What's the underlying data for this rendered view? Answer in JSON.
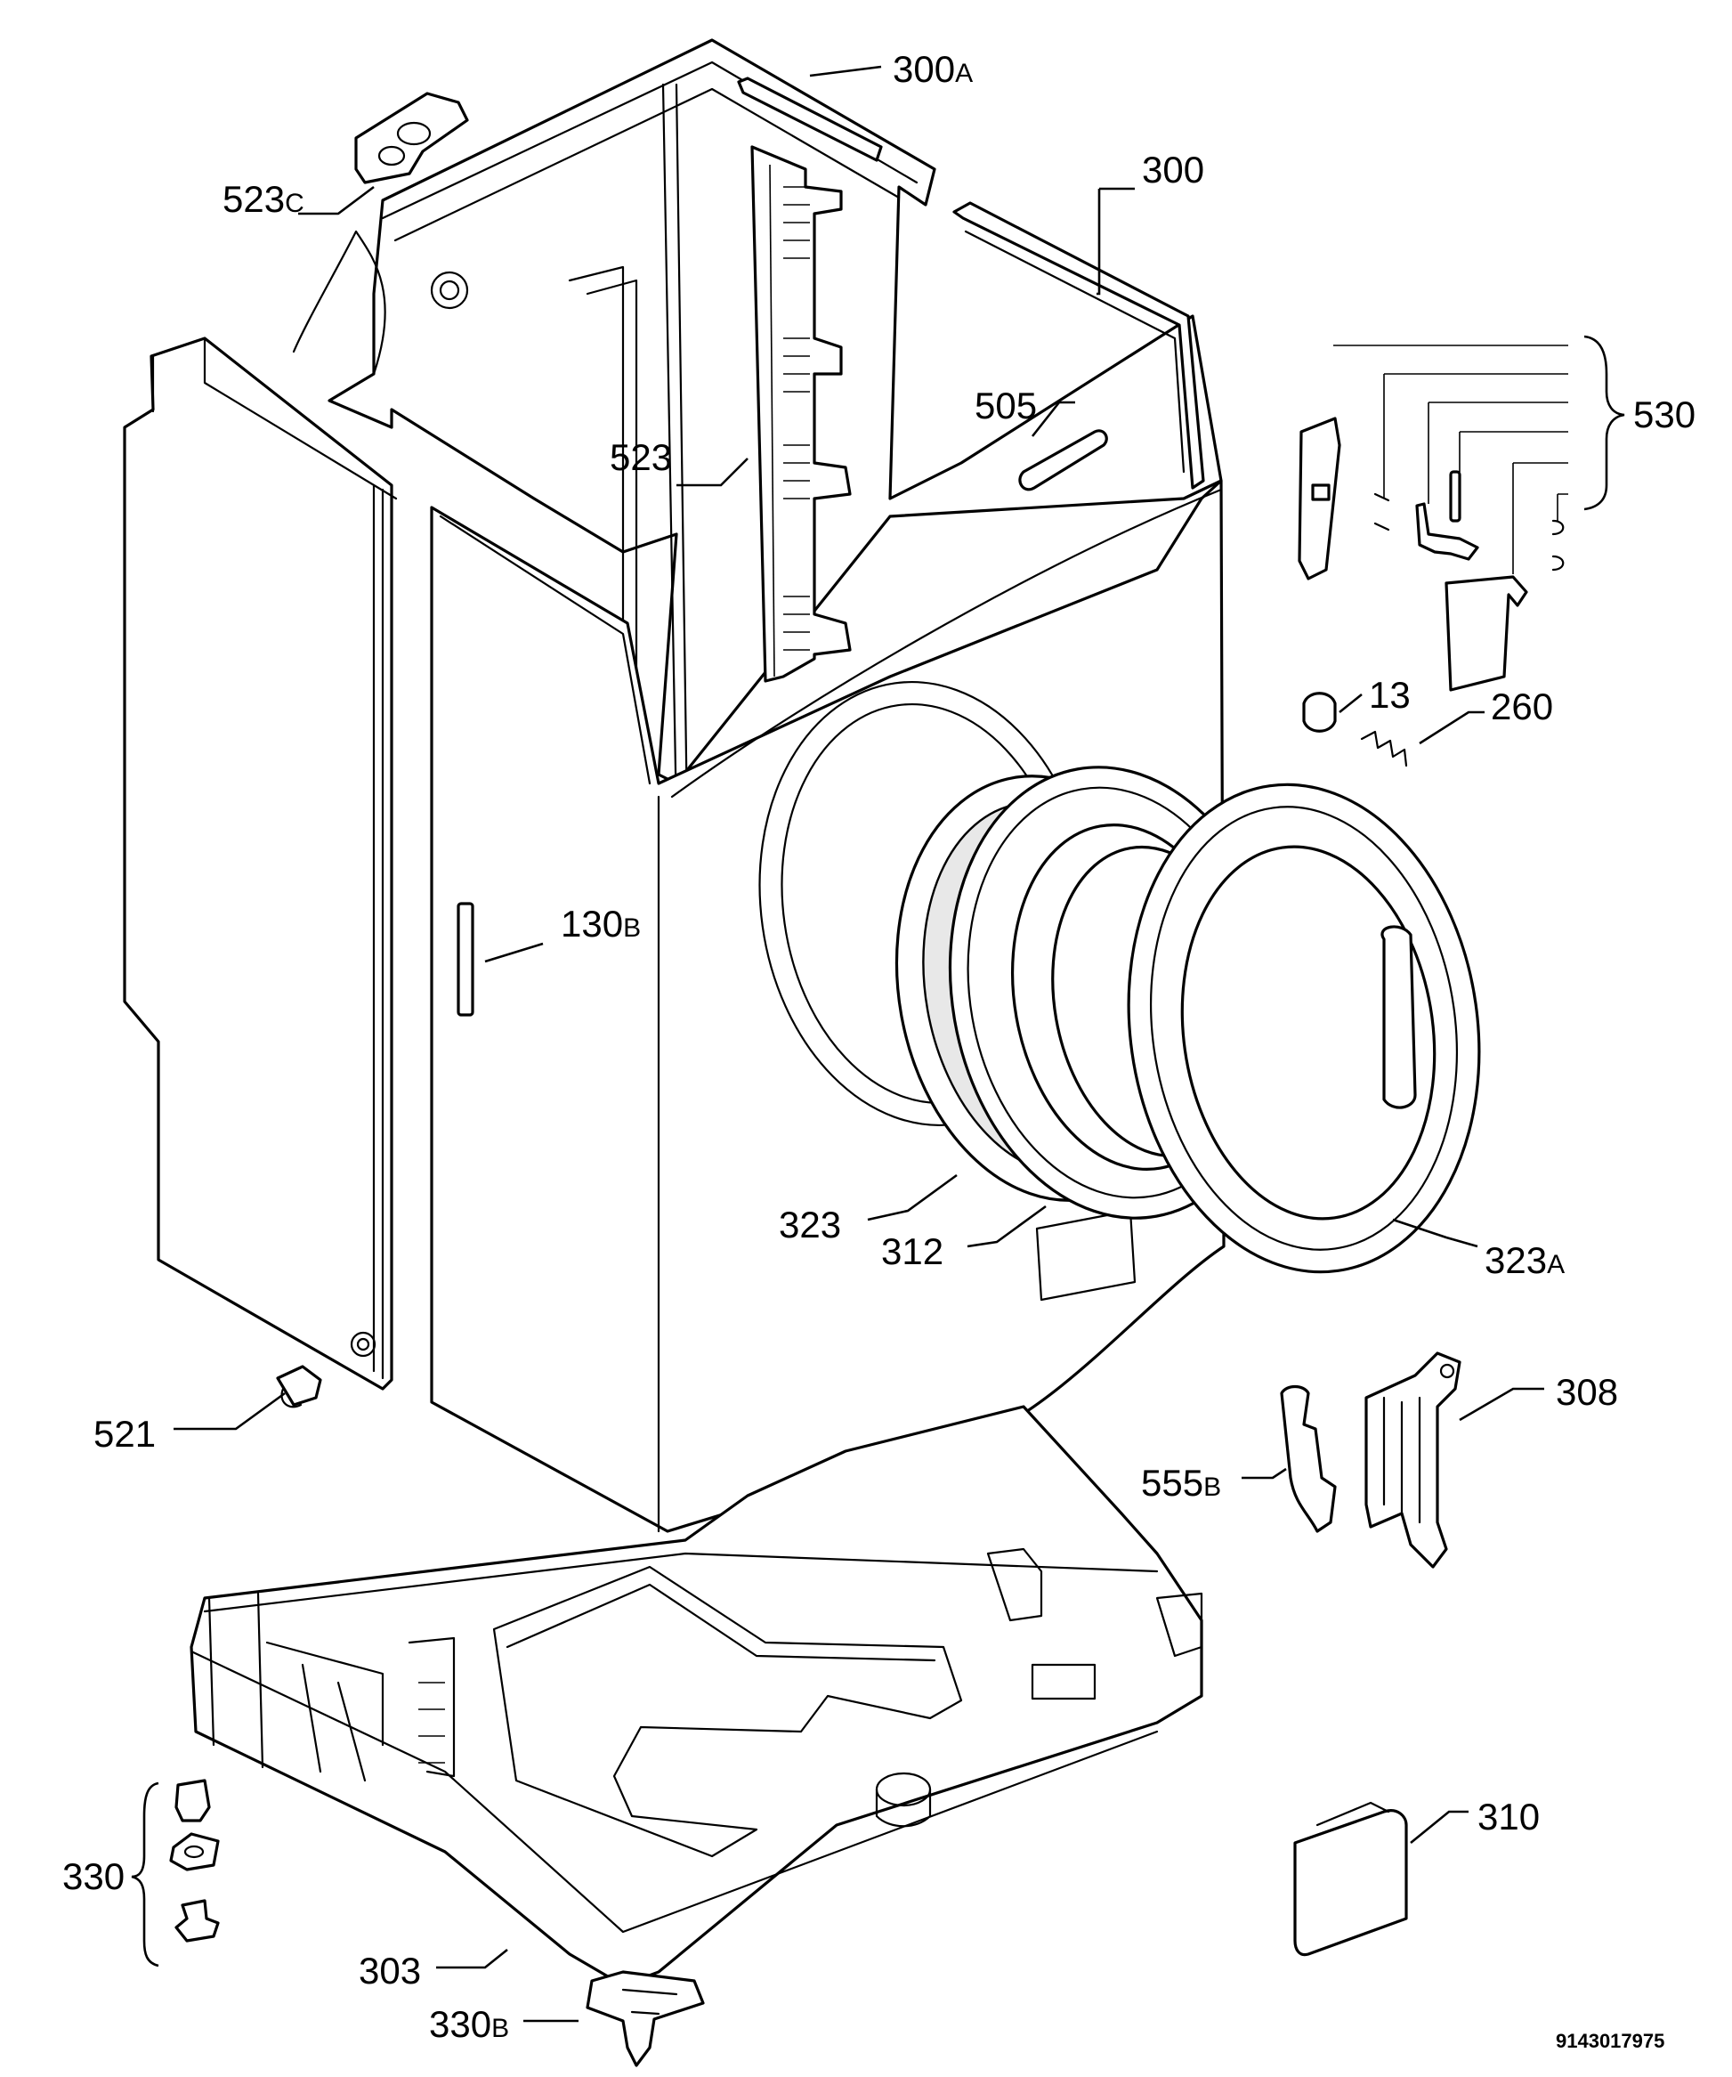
{
  "callouts": {
    "c300a": {
      "num": "300",
      "suffix": "A"
    },
    "c300": {
      "num": "300",
      "suffix": ""
    },
    "c523c": {
      "num": "523",
      "suffix": "C"
    },
    "c505": {
      "num": "505",
      "suffix": ""
    },
    "c523": {
      "num": "523",
      "suffix": ""
    },
    "c530": {
      "num": "530",
      "suffix": ""
    },
    "c13": {
      "num": "13",
      "suffix": ""
    },
    "c260": {
      "num": "260",
      "suffix": ""
    },
    "c130b": {
      "num": "130",
      "suffix": "B"
    },
    "c323": {
      "num": "323",
      "suffix": ""
    },
    "c312": {
      "num": "312",
      "suffix": ""
    },
    "c323a": {
      "num": "323",
      "suffix": "A"
    },
    "c521": {
      "num": "521",
      "suffix": ""
    },
    "c308": {
      "num": "308",
      "suffix": ""
    },
    "c555b": {
      "num": "555",
      "suffix": "B"
    },
    "c310": {
      "num": "310",
      "suffix": ""
    },
    "c330": {
      "num": "330",
      "suffix": ""
    },
    "c303": {
      "num": "303",
      "suffix": ""
    },
    "c330b": {
      "num": "330",
      "suffix": "B"
    }
  },
  "drawing_number": "9143017975"
}
